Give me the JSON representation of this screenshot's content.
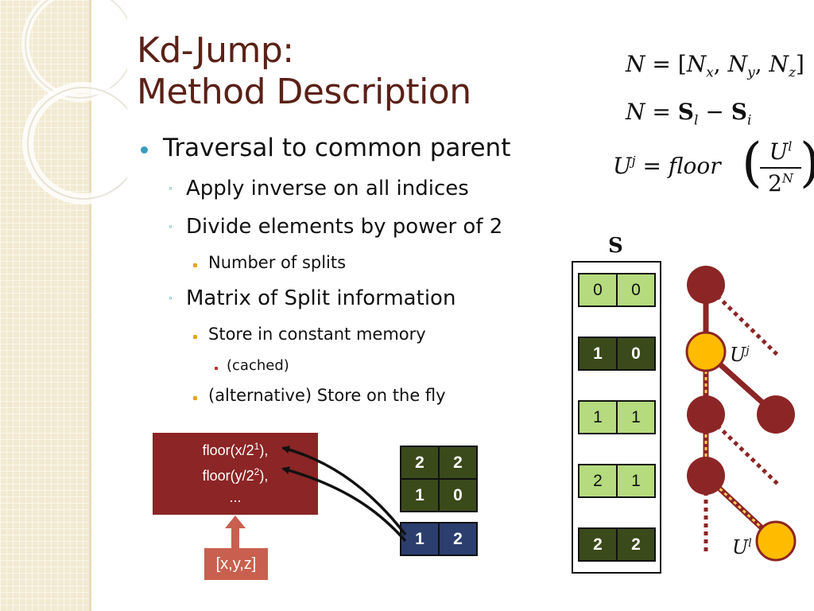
{
  "slide": {
    "title_line1": "Kd-Jump:",
    "title_line2": "Method Description"
  },
  "bullets": {
    "l1": "Traversal to common parent",
    "l2a": "Apply inverse on all indices",
    "l2b": "Divide elements by power of 2",
    "l3a": "Number of splits",
    "l2c": "Matrix of Split information",
    "l3b": "Store in constant memory",
    "l4a": "(cached)",
    "l3c": "(alternative) Store on the fly"
  },
  "equations": {
    "eq1_lhs": "N",
    "eq1_rhs": "= [N",
    "eq2": "N = S",
    "eq3_lhs": "U",
    "eq3_mid": "= floor"
  },
  "diagram": {
    "floor_line1": "floor(x/2",
    "floor_sup1": "1",
    "floor_end1": "),",
    "floor_line2": "floor(y/2",
    "floor_sup2": "2",
    "floor_end2": "),",
    "floor_line3": "...",
    "input_label": "[x,y,z]",
    "matrix": [
      [
        "2",
        "2"
      ],
      [
        "1",
        "0"
      ]
    ],
    "vector": [
      "1",
      "2"
    ],
    "s_label": "S",
    "s_rows": [
      [
        "0",
        "0"
      ],
      [
        "1",
        "0"
      ],
      [
        "1",
        "1"
      ],
      [
        "2",
        "1"
      ],
      [
        "2",
        "2"
      ]
    ],
    "uj_label": "U",
    "uj_sup": "j",
    "ul_label": "U",
    "ul_sup": "l"
  },
  "colors": {
    "title": "#5a2117",
    "accent_blue": "#3c9cbd",
    "node_red": "#8c2525",
    "node_orange": "#ffbb00",
    "cell_dark": "#3b4a1a",
    "cell_light": "#b5db7e",
    "cell_navy": "#2b3e6e"
  }
}
